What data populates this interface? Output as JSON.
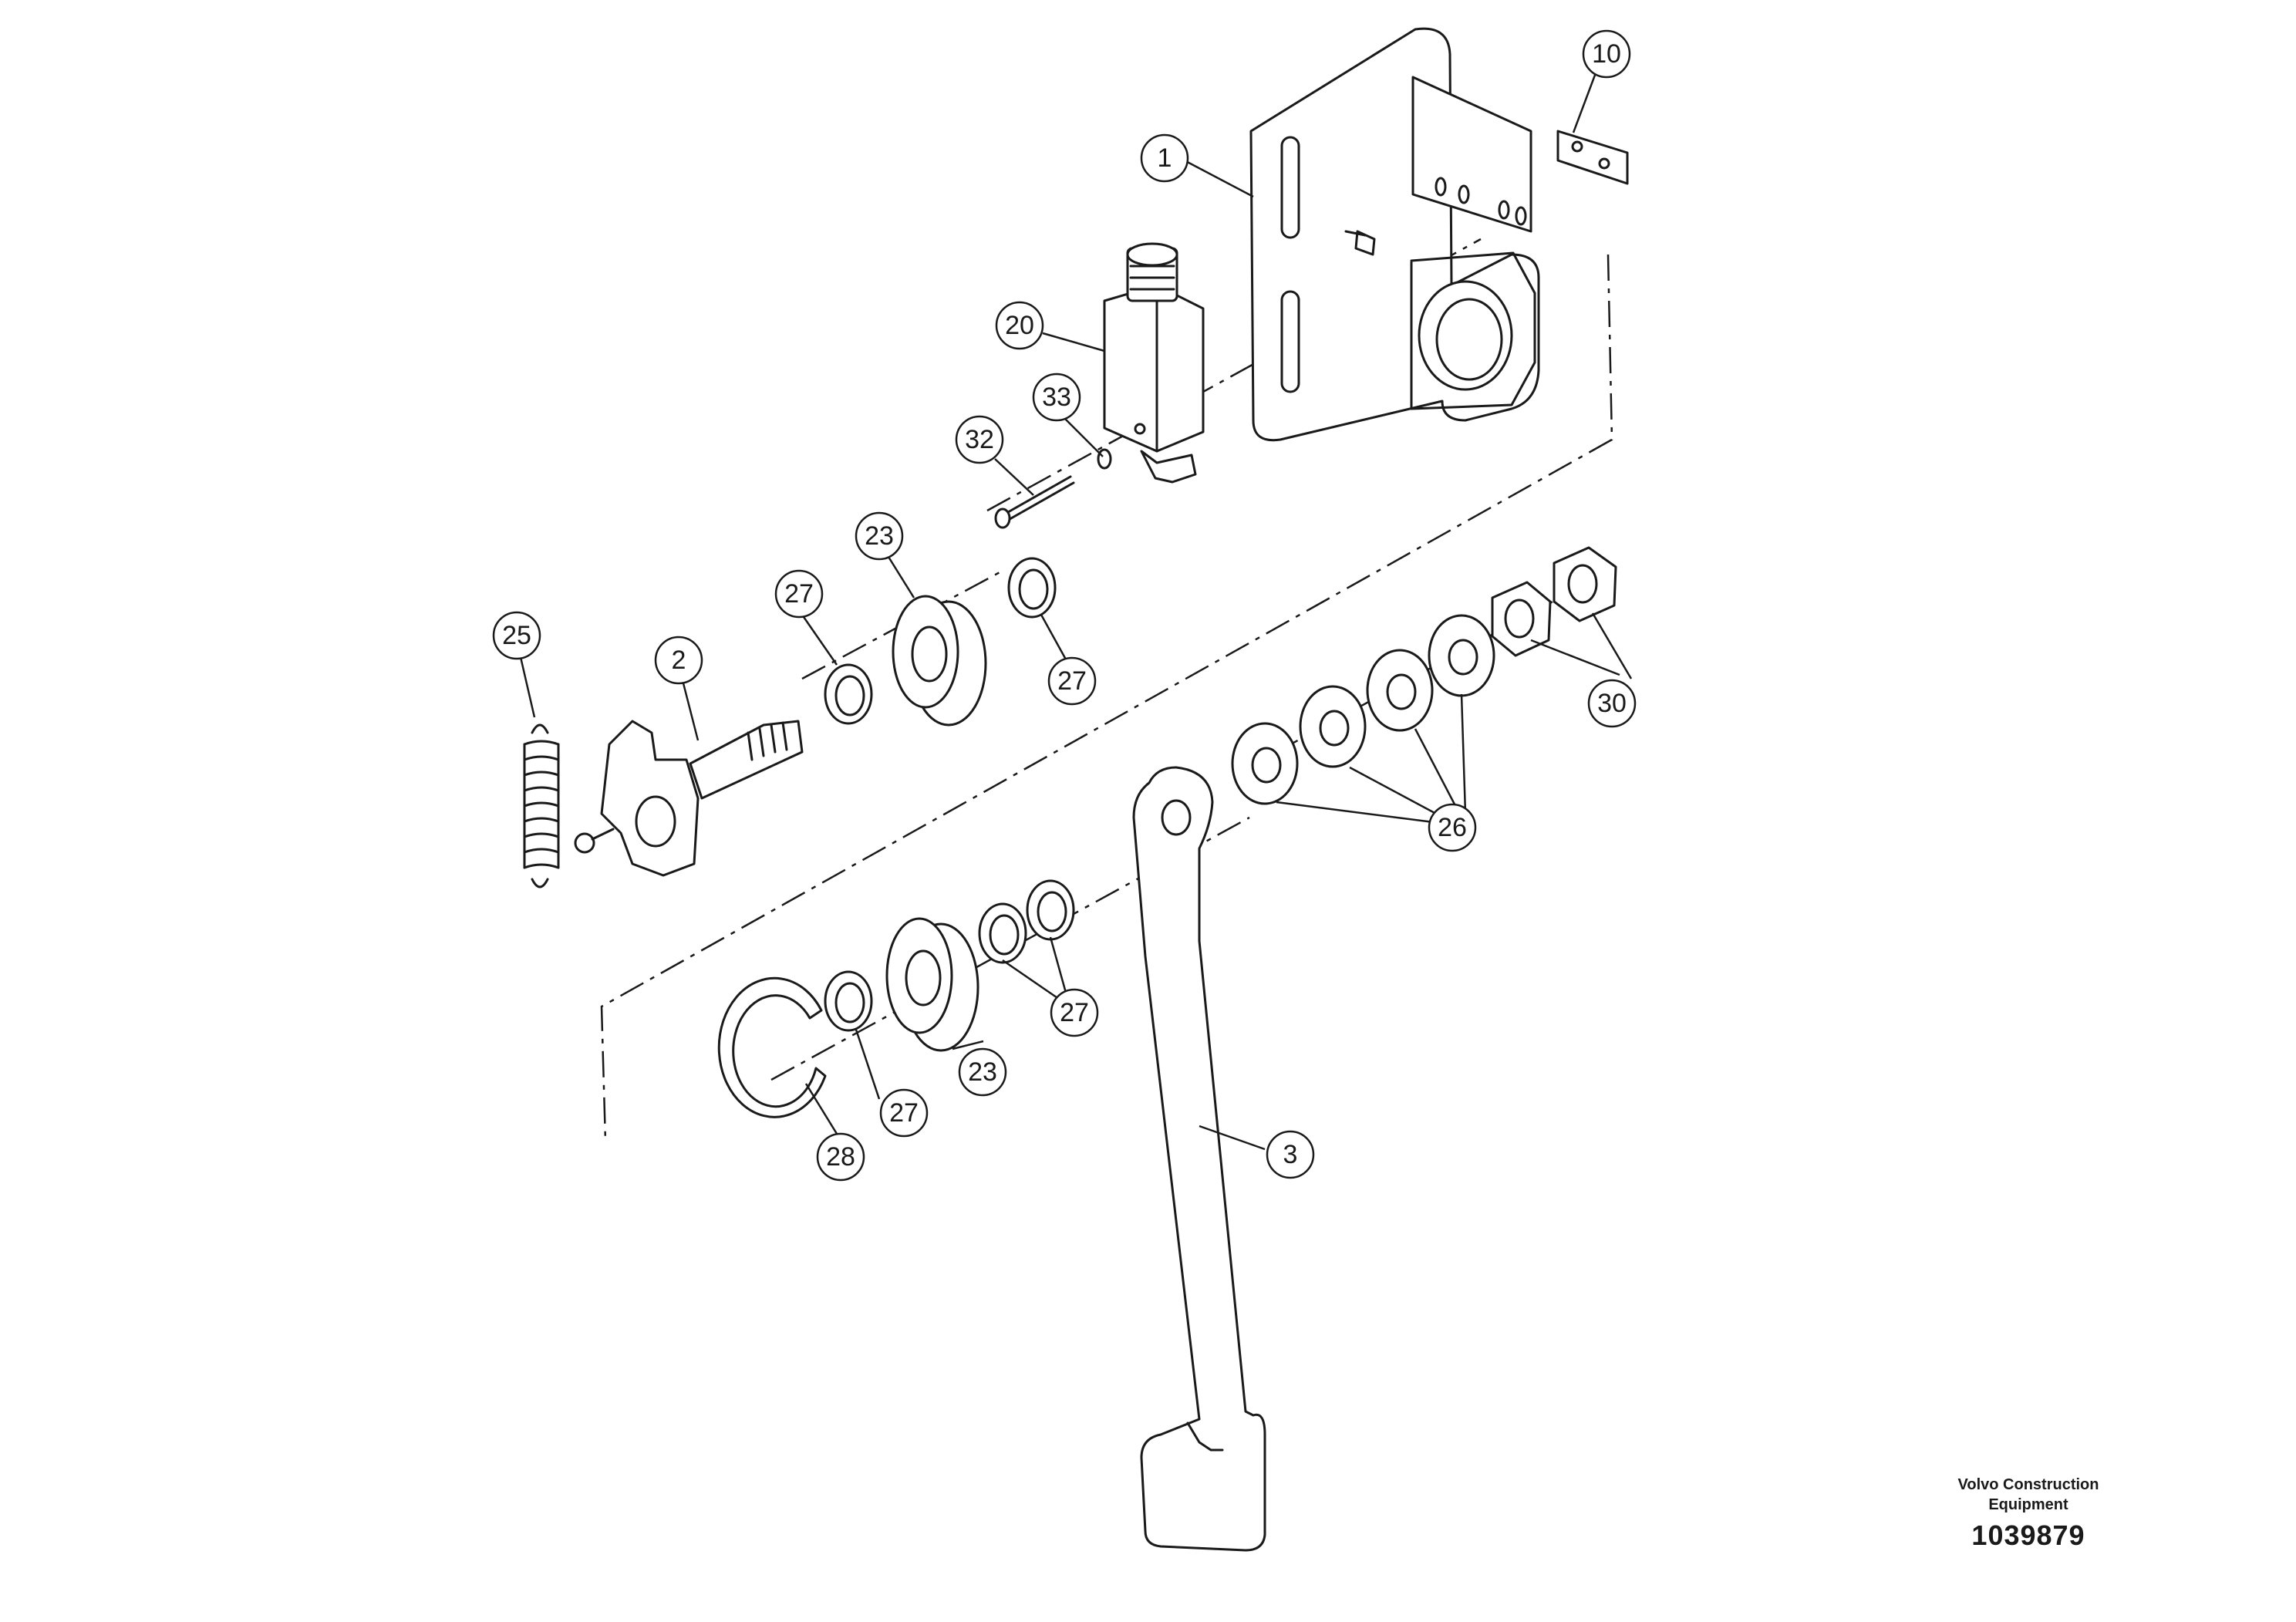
{
  "callouts": {
    "c1": "1",
    "c2": "2",
    "c3": "3",
    "c10": "10",
    "c20": "20",
    "c23a": "23",
    "c23b": "23",
    "c25": "25",
    "c26": "26",
    "c27a": "27",
    "c27b": "27",
    "c27c": "27",
    "c27d": "27",
    "c28": "28",
    "c30": "30",
    "c32": "32",
    "c33": "33"
  },
  "brand": {
    "name": "Volvo Construction\nEquipment",
    "drawing_number": "1039879"
  }
}
